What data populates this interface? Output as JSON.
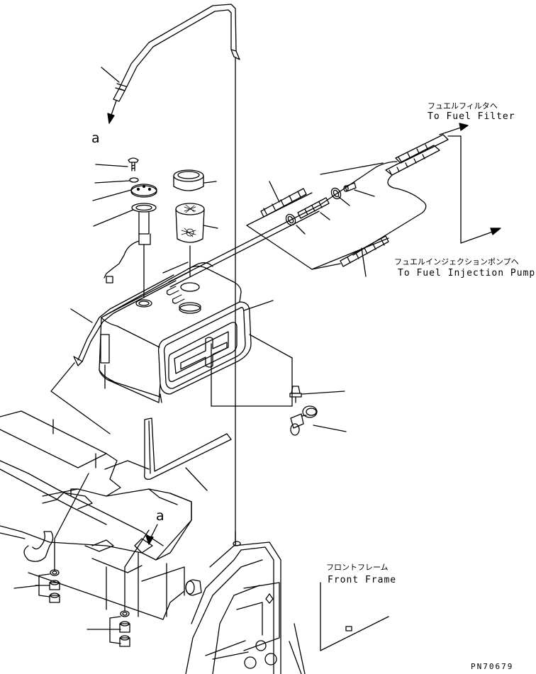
{
  "labels": {
    "fuel_filter_jp": "フュエルフィルタヘ",
    "fuel_filter_en": "To Fuel Filter",
    "injection_pump_jp": "フュエルインジェクションポンプヘ",
    "injection_pump_en": "To Fuel Injection Pump",
    "front_frame_jp": "フロントフレーム",
    "front_frame_en": "Front Frame",
    "ref_a_top": "a",
    "ref_a_bottom": "a",
    "part_number": "PN70679"
  },
  "colors": {
    "ink": "#000000",
    "paper": "#ffffff"
  }
}
